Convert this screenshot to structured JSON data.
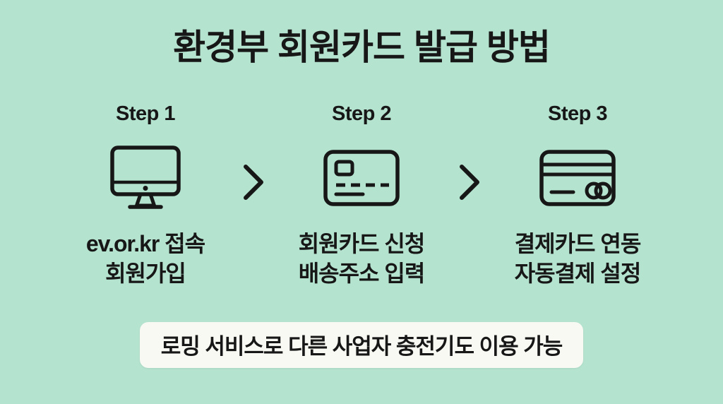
{
  "colors": {
    "background": "#B4E3CF",
    "text": "#171717",
    "icon_stroke": "#171717",
    "banner_background": "#F7F9F2"
  },
  "title": "환경부 회원카드 발급 방법",
  "steps": [
    {
      "label": "Step 1",
      "icon": "desktop-monitor-icon",
      "line1": "ev.or.kr 접속",
      "line2": "회원가입"
    },
    {
      "label": "Step 2",
      "icon": "member-card-icon",
      "line1": "회원카드 신청",
      "line2": "배송주소 입력"
    },
    {
      "label": "Step 3",
      "icon": "credit-card-icon",
      "line1": "결제카드 연동",
      "line2": "자동결제 설정"
    }
  ],
  "separator_icon": "chevron-right-icon",
  "banner": {
    "text": "로밍 서비스로 다른 사업자 충전기도 이용 가능"
  }
}
